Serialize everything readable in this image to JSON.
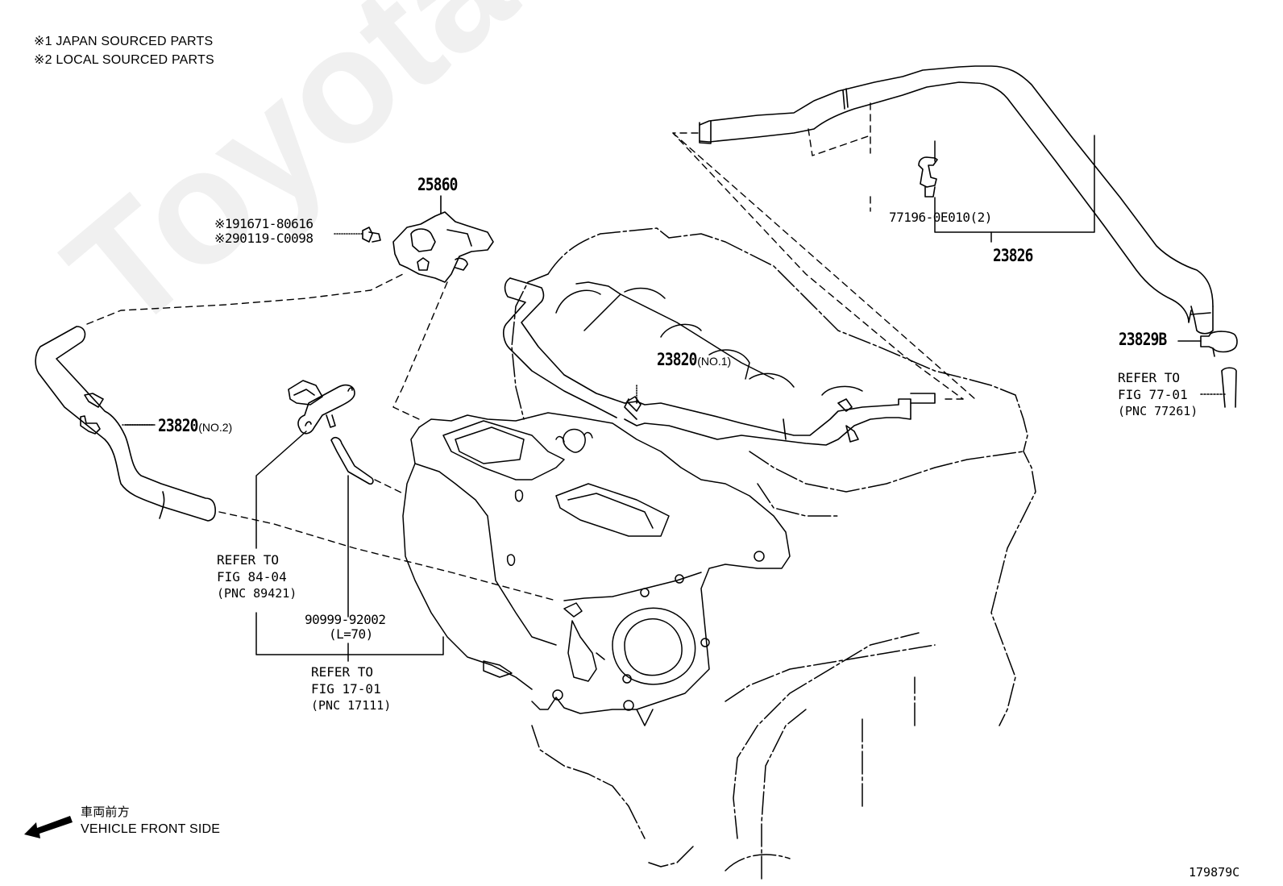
{
  "notes": [
    {
      "mark": "※1",
      "text": "JAPAN SOURCED PARTS"
    },
    {
      "mark": "※2",
      "text": "LOCAL SOURCED PARTS"
    }
  ],
  "watermark": "ToyotaPartsMine.ru",
  "parts": {
    "purge_vsv": {
      "number": "25860"
    },
    "bolt": {
      "japan": {
        "mark": "※1",
        "number": "91671-80616"
      },
      "local": {
        "mark": "※2",
        "number": "90119-C0098"
      }
    },
    "hose_no1": {
      "number": "23820",
      "suffix": "(NO.1)"
    },
    "hose_no2": {
      "number": "23820",
      "suffix": "(NO.2)"
    },
    "hose_assy": {
      "number": "23826"
    },
    "clamp": {
      "number": "77196-0E010(2)"
    },
    "clip": {
      "number": "23829B"
    },
    "vacuum_hose": {
      "number": "90999-92002",
      "length": "(L=70)"
    }
  },
  "references": [
    {
      "line1": "REFER TO",
      "line2": "FIG 84-04",
      "line3": "(PNC 89421)"
    },
    {
      "line1": "REFER TO",
      "line2": "FIG 17-01",
      "line3": "(PNC 17111)"
    },
    {
      "line1": "REFER TO",
      "line2": "FIG 77-01",
      "line3": "(PNC 77261)"
    }
  ],
  "direction": {
    "jp": "車両前方",
    "en": "VEHICLE FRONT SIDE",
    "icon": "arrow-left-down-icon"
  },
  "figure_id": "179879C"
}
